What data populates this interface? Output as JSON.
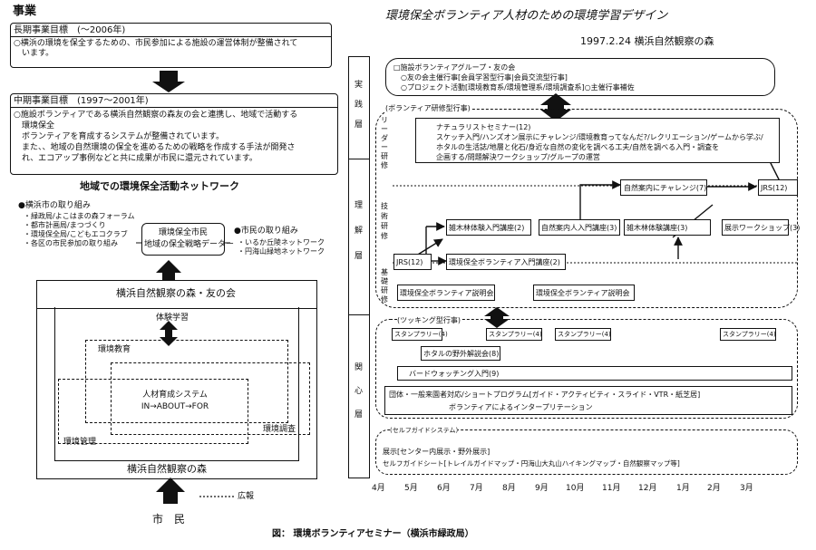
{
  "left": {
    "jigyou": "事業",
    "long_title": "長期事業目標　(～2006年)",
    "long_text": "○横浜の環境を保全するための、市民参加による施設の運営体制が整備されて\n　います。",
    "mid_title": "中期事業目標　(1997～2001年)",
    "mid_text": "○施設ボランティアである横浜自然観察の森友の会と連携し、地域で活動する\n　環境保全\n　ボランティアを育成するシステムが整備されています。\n　また、、地域の自然環境の保全を進めるための戦略を作成する手法が開発さ\n　れ、エコアップ事例などと共に成果が市民に還元されています。",
    "network_title": "地域での環境保全活動ネットワーク",
    "city_title": "●横浜市の取り組み",
    "city_items": "・緑政局/よこはまの森フォーラム\n・都市計画局/まつづくり\n・環境保全局/こどもエコクラブ\n・各区の市民参加の取り組み",
    "citizen_title": "●市民の取り組み",
    "citizen_items": "・いるか丘陵ネットワーク\n・円海山緑地ネットワーク",
    "strategy": "環境保全市民\n地域の保全戦略データー",
    "tomo": "横浜自然観察の森・友の会",
    "taiken": "体験学習",
    "kyoiku": "環境教育",
    "system": "人材育成システム\nIN→ABOUT→FOR",
    "chosa": "環境調査",
    "kanri": "環境管理",
    "mori": "横浜自然観察の森",
    "koho": "広報",
    "shimin": "市　民"
  },
  "right": {
    "title": "環境保全ボランティア人材のための環境学習デザイン",
    "date": "1997.2.24 横浜自然観察の森",
    "side_jissen": "実\n践\n層",
    "side_rikai": "理\n解\n層",
    "side_kanshin": "関\n心\n層",
    "sub_leader": "リ\nー\nダ\nー\n研\n修",
    "sub_gijutsu": "技\n術\n研\n修",
    "sub_kiso": "基\n礎\n研\n修",
    "practice_text": "□施設ボランティアグループ・友の会\n　○友の会主催行事[会員学習型行事|会員交流型行事]\n　○プロジェクト活動[環境教育系/環境管理系/環境調査系]○主催行事補佐",
    "volunteer_label": "(ボランティア研修型行事)",
    "naturalist": "ナチュラリストセミナー(12)\nスケッチ入門/ハンズオン展示にチャレンジ/環境教育ってなんだ?/レクリエーション/ゲームから学ぶ/\nホタルの生活誌/地層と化石/身近な自然の変化を調べる工夫/自然を調べる入門・調査を\n企画する/問題解決ワークショップ/グループの運営",
    "shizen_challenge": "自然案内にチャレンジ(7)",
    "jrs_a": "JRS(12)",
    "zoki_a": "雑木林体験入門講座(2)",
    "shizen_nyumon": "自然案内人入門講座(3)",
    "zoki_b": "雑木林体験講座(3)",
    "tenji": "展示ワークショップ(3)",
    "jrs_b": "JRS(12)",
    "vol_nyumon": "環境保全ボランティア入門講座(2)",
    "setsumei_a": "環境保全ボランティア説明会",
    "setsumei_b": "環境保全ボランティア説明会",
    "tsukking": "(ツッキング型行事)",
    "stamp1": "スタンプラリー(4)",
    "stamp2": "スタンプラリー(4)",
    "stamp3": "スタンプラリー(4)",
    "stamp4": "スタンプラリー(4)",
    "hotaru": "ホタルの野外解説会(8)",
    "bird": "バードウォッチング入門(9)",
    "dantai": "団体・一般来園者対応/ショートプログラム[ガイド・アクティビティ・スライド・VTR・紙芝居]",
    "interp": "ボランティアによるインタープリテーション",
    "self_guide": "(セルフガイドシステム)",
    "tenji2": "展示[センター内展示・野外展示]",
    "selfguide_sheet": "セルフガイドシート[トレイルガイドマップ・円海山大丸山ハイキングマップ・自然観察マップ等]",
    "months": [
      "4月",
      "5月",
      "6月",
      "7月",
      "8月",
      "9月",
      "10月",
      "11月",
      "12月",
      "1月",
      "2月",
      "3月"
    ]
  },
  "caption": "図：  環境ボランティアセミナー（横浜市緑政局）"
}
